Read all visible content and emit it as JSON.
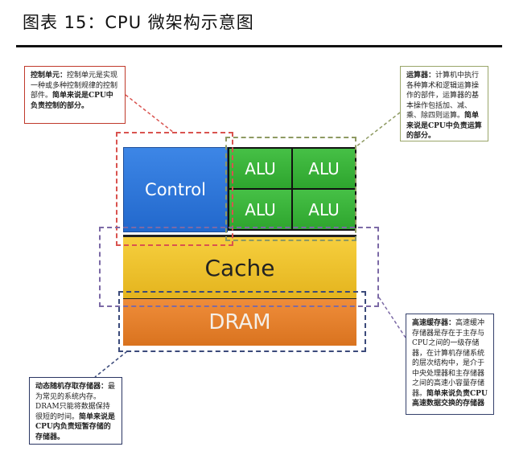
{
  "title": "图表 15：CPU 微架构示意图",
  "blocks": {
    "control": "Control",
    "alu": [
      "ALU",
      "ALU",
      "ALU",
      "ALU"
    ],
    "cache": "Cache",
    "dram": "DRAM"
  },
  "notes": {
    "control_unit": {
      "head": "控制单元：",
      "body": "控制单元是实现一种或多种控制规律的控制部件。",
      "strong": "简单来说是CPU中负责控制的部分。"
    },
    "alu_unit": {
      "head": "运算器：",
      "body": "计算机中执行各种算术和逻辑运算操作的部件，运算器的基本操作包括加、减、乘、除四则运算。",
      "strong": "简单来说是CPU中负责运算的部分。"
    },
    "cache_unit": {
      "head": "高速缓存器：",
      "body": "高速缓冲存储器是存在于主存与CPU之间的一级存储器，在计算机存储系统的层次结构中，是介于中央处理器和主存储器之间的高速小容量存储器。",
      "strong": "简单来说负责CPU高速数据交换的存储器"
    },
    "dram_unit": {
      "head": "动态随机存取存储器：",
      "body": "最为常见的系统内存。DRAM只能将数据保持很短的时间。",
      "strong": "简单来说是CPU内负责短暂存储的存储器。"
    }
  }
}
